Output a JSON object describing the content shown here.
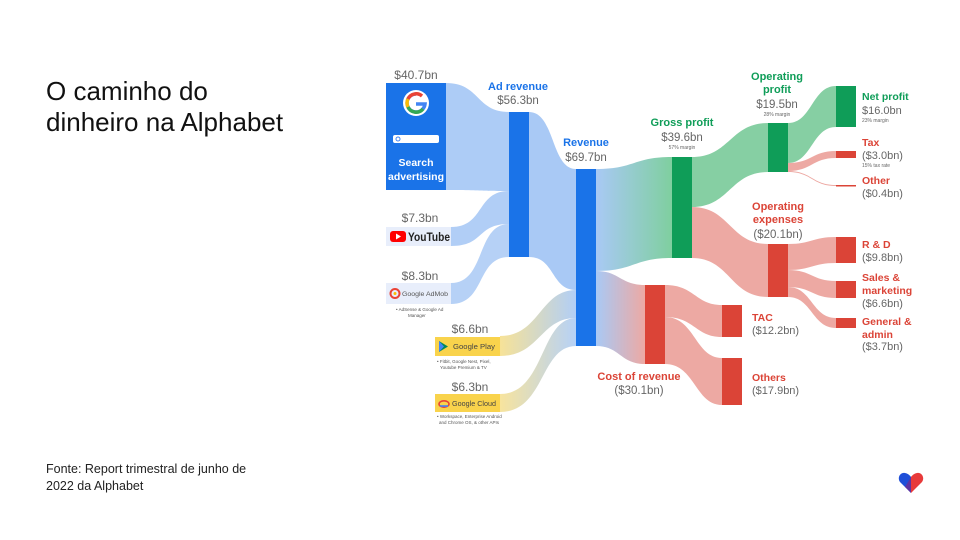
{
  "title": {
    "line1": "O caminho do",
    "line2": "dinheiro na Alphabet"
  },
  "source": {
    "line1": "Fonte: Report trimestral de junho de",
    "line2": "2022 da Alphabet"
  },
  "colors": {
    "blue": "#a9c9f5",
    "blue_dark": "#1a73e8",
    "green": "#0f9d58",
    "green_light": "#86cfa3",
    "red": "#db4437",
    "red_light": "#eda9a3",
    "grey_text": "#666666"
  },
  "revenue_sources": {
    "search": {
      "value": "$40.7bn",
      "label_line1": "Search",
      "label_line2": "advertising",
      "icon": "google-g-icon"
    },
    "youtube": {
      "value": "$7.3bn",
      "brand": "YouTube",
      "icon": "youtube-icon"
    },
    "admob": {
      "value": "$8.3bn",
      "brand": "Google AdMob",
      "note_line1": "• AdSense & Google Ad",
      "note_line2": "Manager",
      "icon": "admob-icon"
    },
    "play": {
      "value": "$6.6bn",
      "brand": "Google Play",
      "note_line1": "• Fitbit, Google Nest, Pixel,",
      "note_line2": "Youtube Premium & TV",
      "icon": "google-play-icon"
    },
    "cloud": {
      "value": "$6.3bn",
      "brand": "Google Cloud",
      "note_line1": "• Workspace, Enterprise Android",
      "note_line2": "and Chrome OS, & other APIs",
      "icon": "google-cloud-icon"
    }
  },
  "nodes": {
    "ad_revenue": {
      "label": "Ad revenue",
      "value": "$56.3bn"
    },
    "revenue": {
      "label": "Revenue",
      "value": "$69.7bn"
    },
    "gross_profit": {
      "label": "Gross profit",
      "value": "$39.6bn",
      "note": "57% margin"
    },
    "cost_of_revenue": {
      "label": "Cost of revenue",
      "value": "($30.1bn)"
    },
    "operating_profit": {
      "label_line1": "Operating",
      "label_line2": "profit",
      "value": "$19.5bn",
      "note": "28% margin"
    },
    "operating_expenses": {
      "label_line1": "Operating",
      "label_line2": "expenses",
      "value": "($20.1bn)"
    },
    "net_profit": {
      "label": "Net profit",
      "value": "$16.0bn",
      "note": "23% margin"
    },
    "tax": {
      "label": "Tax",
      "value": "($3.0bn)",
      "note": "15% tax rate"
    },
    "other": {
      "label": "Other",
      "value": "($0.4bn)"
    },
    "rnd": {
      "label": "R & D",
      "value": "($9.8bn)"
    },
    "sales": {
      "label_line1": "Sales &",
      "label_line2": "marketing",
      "value": "($6.6bn)"
    },
    "general": {
      "label_line1": "General &",
      "label_line2": "admin",
      "value": "($3.7bn)"
    },
    "tac": {
      "label": "TAC",
      "value": "($12.2bn)"
    },
    "others": {
      "label": "Others",
      "value": "($17.9bn)"
    }
  }
}
